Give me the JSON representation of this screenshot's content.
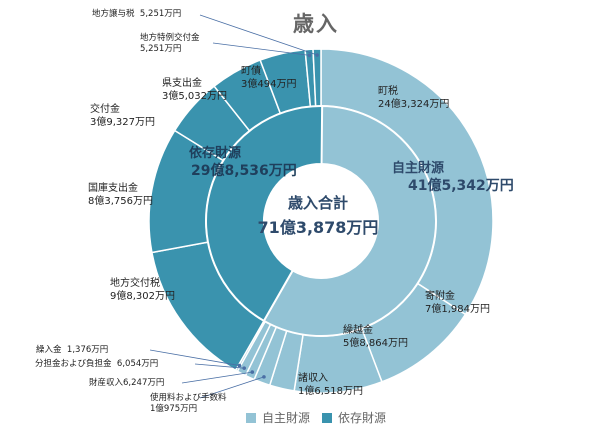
{
  "chart_data": {
    "type": "pie",
    "title": "歳入",
    "center": {
      "label": "歳入合計",
      "value": "71億3,878万円"
    },
    "groups": [
      {
        "name": "自主財源",
        "value_text": "41億5,342万円",
        "value": 415342,
        "color": "#93c3d5",
        "text_color": "#2e4a6b"
      },
      {
        "name": "依存財源",
        "value_text": "29億8,536万円",
        "value": 298536,
        "color": "#3a93ae",
        "text_color": "#1f3f5c"
      }
    ],
    "items": [
      {
        "name": "町税",
        "value_text": "24億3,324万円",
        "value": 243324,
        "group": 0
      },
      {
        "name": "寄附金",
        "value_text": "7億1,984万円",
        "value": 71984,
        "group": 0
      },
      {
        "name": "繰越金",
        "value_text": "5億8,864万円",
        "value": 58864,
        "group": 0
      },
      {
        "name": "諸収入",
        "value_text": "1億6,518万円",
        "value": 16518,
        "group": 0
      },
      {
        "name": "使用料および手数料",
        "value_text": "1億975万円",
        "value": 10975,
        "group": 0
      },
      {
        "name": "財産収入",
        "value_text": "6,247万円",
        "value": 6247,
        "group": 0
      },
      {
        "name": "分担金および負担金",
        "value_text": "6,054万円",
        "value": 6054,
        "group": 0
      },
      {
        "name": "繰入金",
        "value_text": "1,376万円",
        "value": 1376,
        "group": 0
      },
      {
        "name": "地方交付税",
        "value_text": "9億8,302万円",
        "value": 98302,
        "group": 1
      },
      {
        "name": "国庫支出金",
        "value_text": "8億3,756万円",
        "value": 83756,
        "group": 1
      },
      {
        "name": "交付金",
        "value_text": "3億9,327万円",
        "value": 39327,
        "group": 1
      },
      {
        "name": "県支出金",
        "value_text": "3億5,032万円",
        "value": 35032,
        "group": 1
      },
      {
        "name": "町債",
        "value_text": "3億494万円",
        "value": 30494,
        "group": 1
      },
      {
        "name": "地方特例交付金",
        "value_text": "5,251万円",
        "value": 5251,
        "group": 1
      },
      {
        "name": "地方譲与税",
        "value_text": "5,251万円",
        "value": 5251,
        "group": 1
      }
    ],
    "legend": [
      "自主財源",
      "依存財源"
    ],
    "legend_placement": "bottom"
  }
}
